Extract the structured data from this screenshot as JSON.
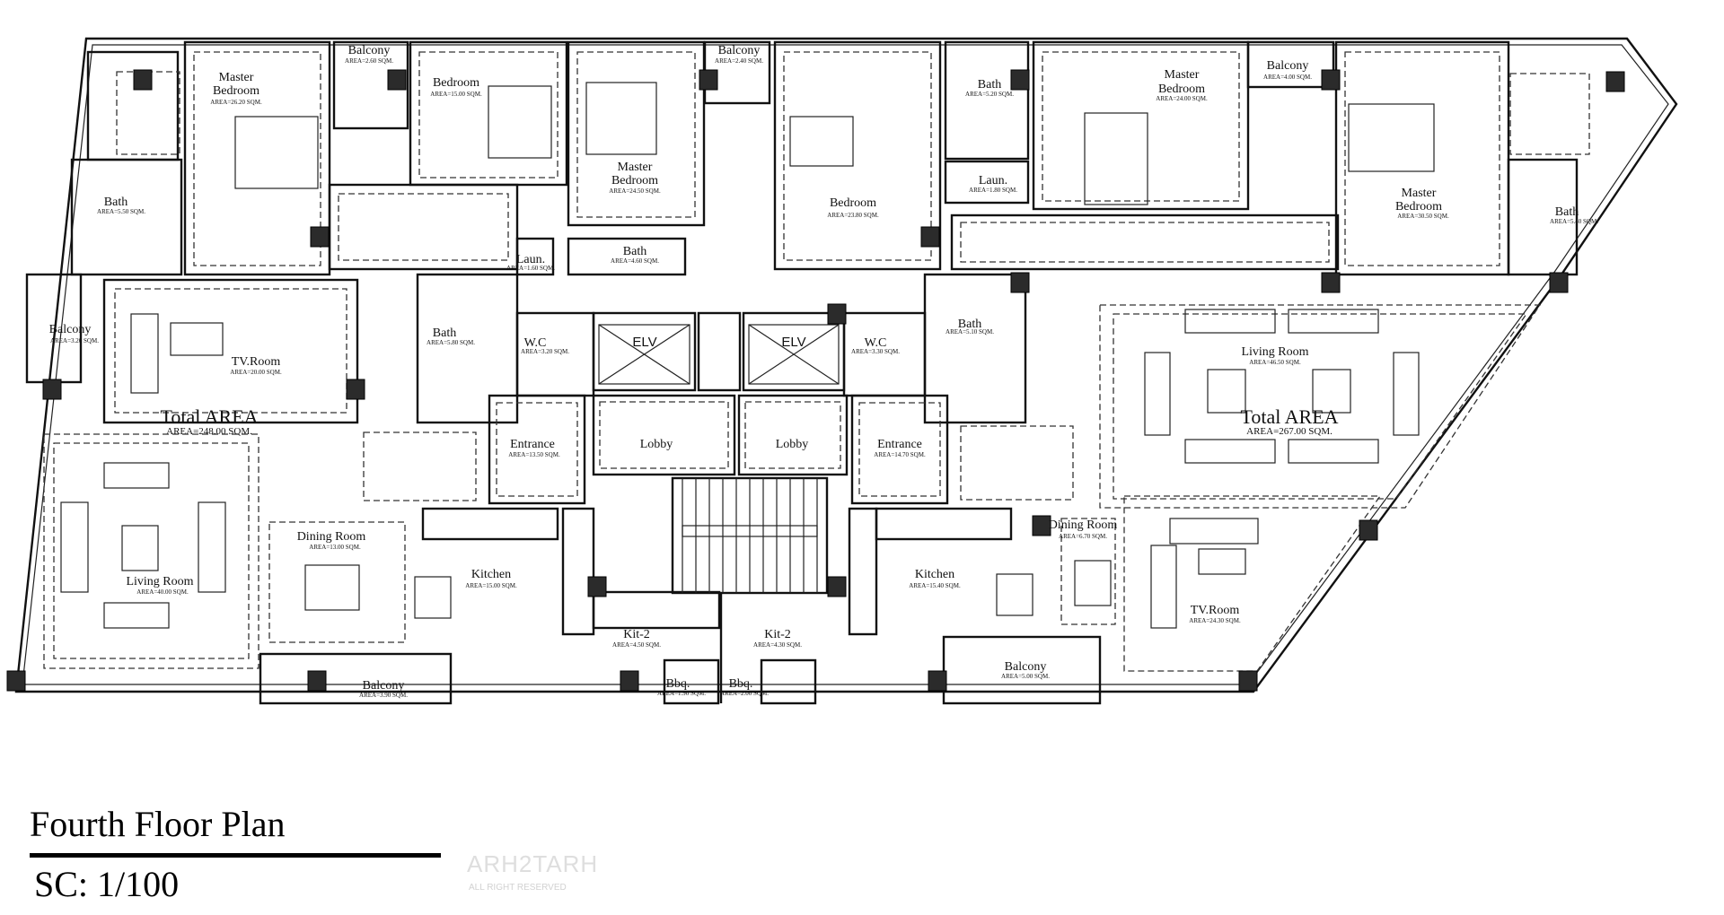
{
  "plan": {
    "title": "Fourth Floor Plan",
    "scale": "SC:  1/100",
    "watermark": "ARH2TARH",
    "watermark_sub": "ALL RIGHT RESERVED"
  },
  "left_unit": {
    "total_label": "Total AREA",
    "total_area": "AREA=248.00 SQM.",
    "rooms": [
      {
        "name": "Master",
        "name2": "Bedroom",
        "area": "AREA=26.20 SQM."
      },
      {
        "name": "Balcony",
        "area": "AREA=2.60 SQM."
      },
      {
        "name": "Bedroom",
        "area": "AREA=15.00 SQM."
      },
      {
        "name": "Master",
        "name2": "Bedroom",
        "area": "AREA=24.50 SQM."
      },
      {
        "name": "Bath",
        "area": "AREA=5.50 SQM."
      },
      {
        "name": "Laun.",
        "area": "AREA=1.60 SQM."
      },
      {
        "name": "Bath",
        "area": "AREA=4.60 SQM."
      },
      {
        "name": "Balcony",
        "area": "AREA=3.20 SQM."
      },
      {
        "name": "TV.Room",
        "area": "AREA=20.00 SQM."
      },
      {
        "name": "Bath",
        "area": "AREA=5.80 SQM."
      },
      {
        "name": "W.C",
        "area": "AREA=3.20 SQM."
      },
      {
        "name": "Entrance",
        "area": "AREA=13.50 SQM."
      },
      {
        "name": "Living Room",
        "area": "AREA=40.00 SQM."
      },
      {
        "name": "Dining Room",
        "area": "AREA=13.00 SQM."
      },
      {
        "name": "Kitchen",
        "area": "AREA=15.00 SQM."
      },
      {
        "name": "Kit-2",
        "area": "AREA=4.50 SQM."
      },
      {
        "name": "Balcony",
        "area": "AREA=3.90 SQM."
      },
      {
        "name": "Bbq.",
        "area": "AREA=1.90 SQM."
      }
    ]
  },
  "core": {
    "elevators": [
      "ELV",
      "ELV"
    ],
    "lobbies": [
      "Lobby",
      "Lobby"
    ]
  },
  "right_unit": {
    "total_label": "Total AREA",
    "total_area": "AREA=267.00 SQM.",
    "rooms": [
      {
        "name": "Balcony",
        "area": "AREA=2.40 SQM."
      },
      {
        "name": "Bedroom",
        "area": "AREA=23.80 SQM."
      },
      {
        "name": "Bath",
        "area": "AREA=5.20 SQM."
      },
      {
        "name": "Master",
        "name2": "Bedroom",
        "area": "AREA=24.00 SQM."
      },
      {
        "name": "Laun.",
        "area": "AREA=1.80 SQM."
      },
      {
        "name": "Balcony",
        "area": "AREA=4.00 SQM."
      },
      {
        "name": "Master",
        "name2": "Bedroom",
        "area": "AREA=30.50 SQM."
      },
      {
        "name": "Bath",
        "area": "AREA=5.40 SQM."
      },
      {
        "name": "Bath",
        "area": "AREA=5.10 SQM."
      },
      {
        "name": "W.C",
        "area": "AREA=3.30 SQM."
      },
      {
        "name": "Entrance",
        "area": "AREA=14.70 SQM."
      },
      {
        "name": "Living Room",
        "area": "AREA=46.50 SQM."
      },
      {
        "name": "Dining Room",
        "area": "AREA=6.70 SQM."
      },
      {
        "name": "Kitchen",
        "area": "AREA=15.40 SQM."
      },
      {
        "name": "Kit-2",
        "area": "AREA=4.30 SQM."
      },
      {
        "name": "Bbq.",
        "area": "AREA=2.00 SQM."
      },
      {
        "name": "TV.Room",
        "area": "AREA=24.30 SQM."
      },
      {
        "name": "Balcony",
        "area": "AREA=5.00 SQM."
      }
    ]
  }
}
